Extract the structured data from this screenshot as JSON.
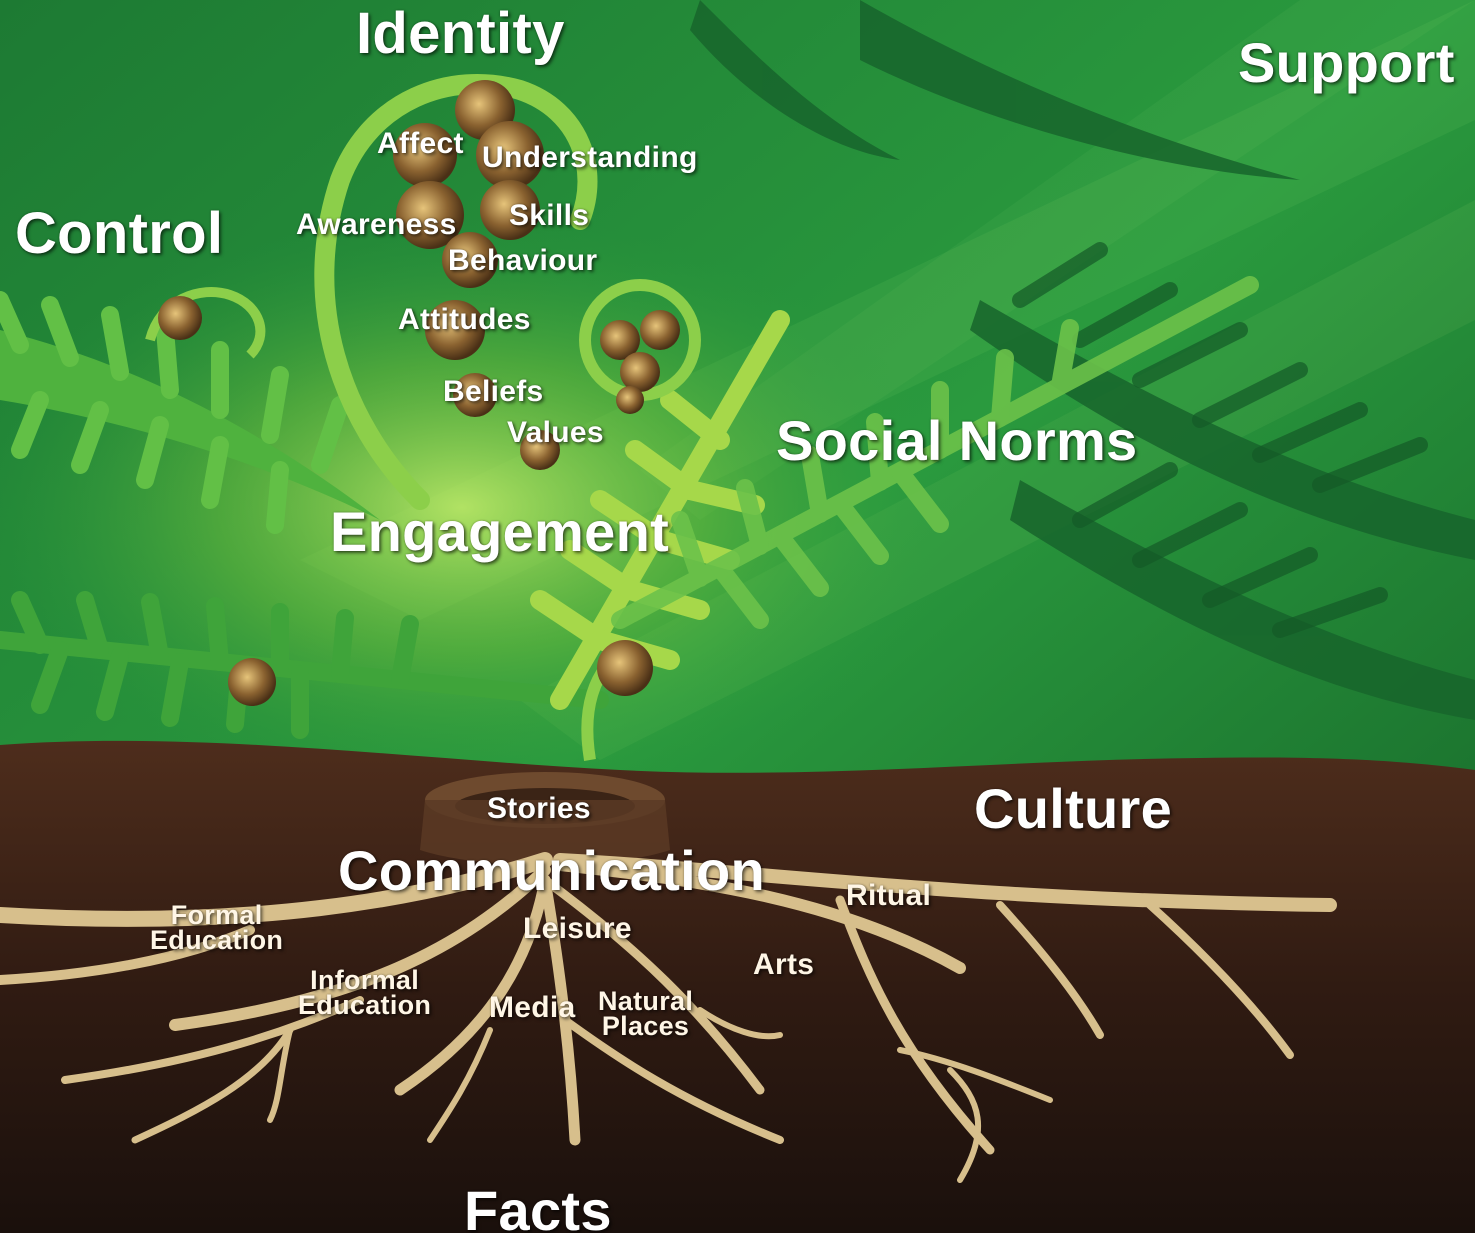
{
  "colors": {
    "canopy_dark": "#15602a",
    "canopy_mid": "#2f9a3c",
    "frond_light": "#9fd44a",
    "soil_top": "#4e2d1c",
    "soil_bottom": "#1a100c",
    "root": "#d7bf8c",
    "fiddlehead": "#6b4a22",
    "label": "#ffffff"
  },
  "labels": {
    "identity": "Identity",
    "support": "Support",
    "control": "Control",
    "affect": "Affect",
    "understanding": "Understanding",
    "awareness": "Awareness",
    "skills": "Skills",
    "behaviour": "Behaviour",
    "attitudes": "Attitudes",
    "beliefs": "Beliefs",
    "values": "Values",
    "social_norms": "Social Norms",
    "engagement": "Engagement",
    "culture": "Culture",
    "stories": "Stories",
    "communication": "Communication",
    "ritual": "Ritual",
    "formal_education_1": "Formal",
    "formal_education_2": "Education",
    "leisure": "Leisure",
    "arts": "Arts",
    "informal_education_1": "Informal",
    "informal_education_2": "Education",
    "media": "Media",
    "natural_places_1": "Natural",
    "natural_places_2": "Places",
    "facts": "Facts"
  }
}
